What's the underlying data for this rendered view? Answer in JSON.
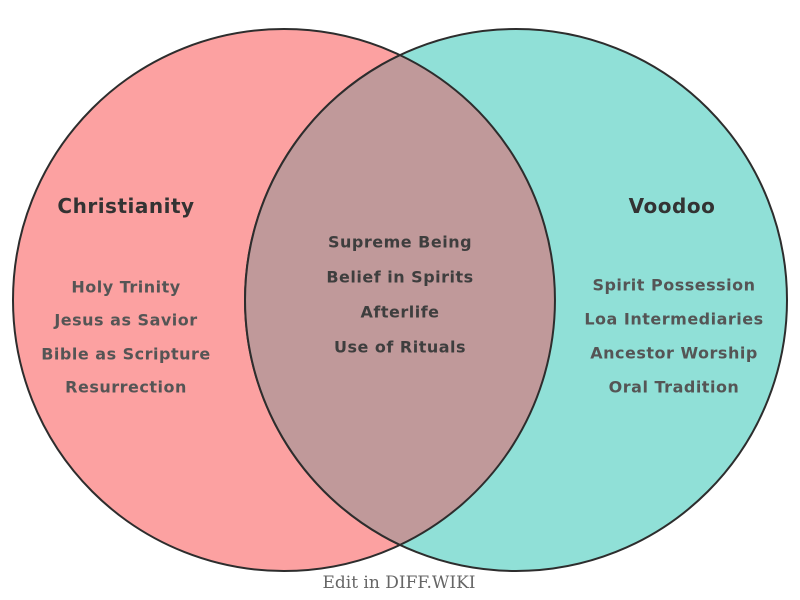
{
  "venn": {
    "left": {
      "title": "Christianity",
      "items": [
        "Holy Trinity",
        "Jesus as Savior",
        "Bible as Scripture",
        "Resurrection"
      ],
      "color": "#fca1a1"
    },
    "right": {
      "title": "Voodoo",
      "items": [
        "Spirit Possession",
        "Loa Intermediaries",
        "Ancestor Worship",
        "Oral Tradition"
      ],
      "color": "#90e0d7"
    },
    "overlap": {
      "items": [
        "Supreme Being",
        "Belief in Spirits",
        "Afterlife",
        "Use of Rituals"
      ],
      "color": "#c0999a"
    },
    "outline_color": "#2d2d2d",
    "footer": "Edit in DIFF.WIKI"
  }
}
